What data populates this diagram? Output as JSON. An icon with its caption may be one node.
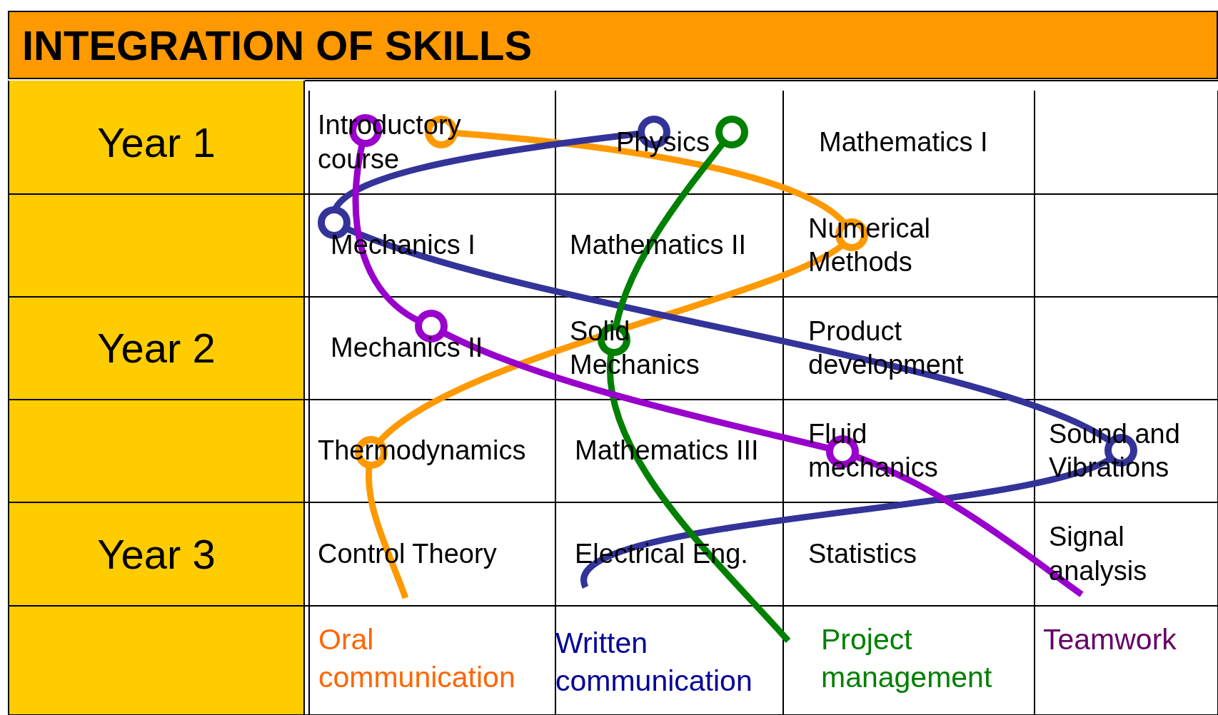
{
  "diagram": {
    "title": "INTEGRATION OF SKILLS",
    "nodes": [
      {
        "text": [
          "Introductory course"
        ]
      },
      {
        "text": [
          "Physics"
        ]
      },
      {
        "text": [
          "Mathematics I"
        ]
      },
      {
        "text": [
          "Mechanics I"
        ]
      },
      {
        "text": [
          "Mathematics II"
        ]
      },
      {
        "text": [
          "Numerical Methods"
        ]
      },
      {
        "text": [
          "Mechanics II"
        ]
      },
      {
        "text": [
          "Solid Mechanics"
        ]
      },
      {
        "text": [
          "Product development"
        ]
      },
      {
        "text": [
          "Thermodynamics"
        ]
      },
      {
        "text": [
          "Mathematics III"
        ]
      },
      {
        "text": [
          "Fluid mechanics"
        ]
      },
      {
        "text": [
          "Sound and Vibrations"
        ]
      },
      {
        "text": [
          "Control Theory"
        ]
      },
      {
        "text": [
          "Electrical Eng."
        ]
      },
      {
        "text": [
          "Statistics"
        ]
      },
      {
        "text": [
          "Signal analysis"
        ]
      }
    ],
    "edges": [
      {
        "from": 0,
        "to": 5,
        "arrow": "other",
        "color": "#ff9900"
      },
      {
        "from": 5,
        "to": 9,
        "arrow": "other",
        "color": "#ff9900"
      },
      {
        "from": 9,
        "to": null,
        "arrow": "other",
        "color": "#ff9900"
      },
      {
        "from": 1,
        "to": 3,
        "arrow": "other",
        "color": "#333399"
      },
      {
        "from": 3,
        "to": 12,
        "arrow": "other",
        "color": "#333399"
      },
      {
        "from": 12,
        "to": 14,
        "arrow": "other",
        "color": "#333399"
      },
      {
        "from": 1,
        "to": 7,
        "arrow": "other",
        "color": "#008000"
      },
      {
        "from": 7,
        "to": null,
        "arrow": "other",
        "color": "#008000"
      },
      {
        "from": 0,
        "to": 6,
        "arrow": "other",
        "color": "#9900cc"
      },
      {
        "from": 6,
        "to": 11,
        "arrow": "other",
        "color": "#9900cc"
      },
      {
        "from": 11,
        "to": 16,
        "arrow": "other",
        "color": "#9900cc"
      }
    ],
    "labels": [
      "Year 1",
      "Year 2",
      "Year 3"
    ],
    "legend": [
      {
        "text": "Oral communication",
        "color": "#ff6600"
      },
      {
        "text": "Written communication",
        "color": "#000099"
      },
      {
        "text": "Project management",
        "color": "#008000"
      },
      {
        "text": "Teamwork",
        "color": "#660066"
      }
    ]
  }
}
